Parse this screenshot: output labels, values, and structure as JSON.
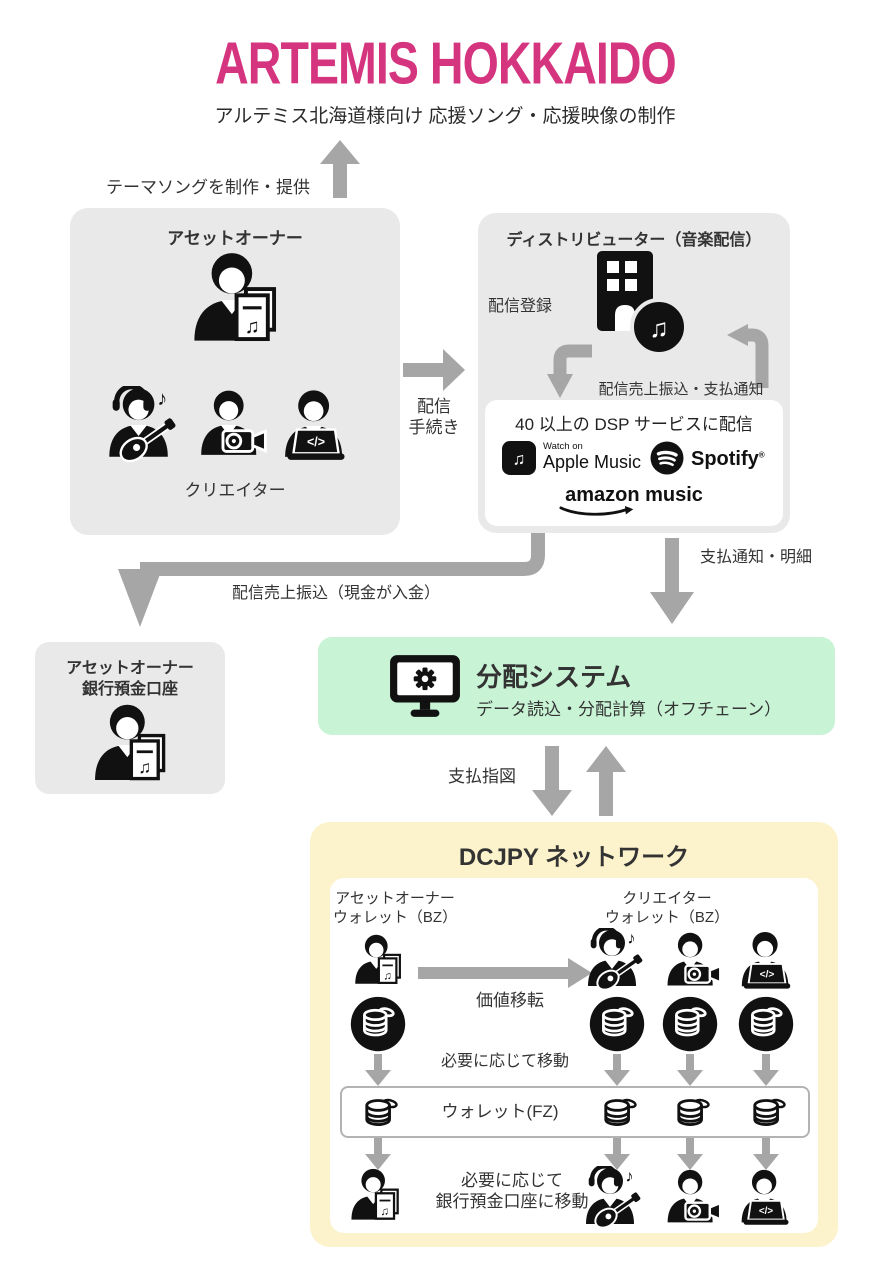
{
  "page": {
    "title": "ARTEMIS HOKKAIDO",
    "subtitle": "アルテミス北海道様向け 応援ソング・応援映像の制作"
  },
  "colors": {
    "accent_pink": "#d5357f",
    "box_gray": "#e9e9e9",
    "box_green": "#c8f4d5",
    "box_yellow": "#fcf3cc",
    "arrow_gray": "#a6a6a6"
  },
  "flow_labels": {
    "theme_song": "テーマソングを制作・提供",
    "distribution_l1": "配信",
    "distribution_l2": "手続き",
    "delivery_registration": "配信登録",
    "sales_transfer_notice": "配信売上振込・支払通知",
    "sales_transfer_cash": "配信売上振込（現金が入金）",
    "payment_notice_detail": "支払通知・明細",
    "payment_instruction": "支払指図",
    "value_transfer": "価値移転",
    "move_as_needed": "必要に応じて移動",
    "move_to_bank_l1": "必要に応じて",
    "move_to_bank_l2": "銀行預金口座に移動"
  },
  "asset_owner_box": {
    "title": "アセットオーナー",
    "creators_label": "クリエイター"
  },
  "distributor_box": {
    "title": "ディストリビューター（音楽配信）",
    "dsp_heading": "40 以上の DSP サービスに配信",
    "apple_small": "Watch on",
    "apple_name": "Apple Music",
    "spotify_name": "Spotify",
    "spotify_mark": "®",
    "amazon_name": "amazon music"
  },
  "bank_box": {
    "line1": "アセットオーナー",
    "line2": "銀行預金口座"
  },
  "system_box": {
    "title": "分配システム",
    "subtitle": "データ読込・分配計算（オフチェーン）"
  },
  "dcjpy": {
    "title": "DCJPY ネットワーク",
    "asset_owner_wallet_l1": "アセットオーナー",
    "asset_owner_wallet_l2": "ウォレット（BZ）",
    "creator_wallet_l1": "クリエイター",
    "creator_wallet_l2": "ウォレット（BZ）",
    "fz_wallet": "ウォレット(FZ)"
  },
  "icons": {
    "sheet_note": "♫",
    "building_note": "♫",
    "guitar_note": "♪",
    "apple_note": "♫",
    "code_tag": "</>"
  }
}
